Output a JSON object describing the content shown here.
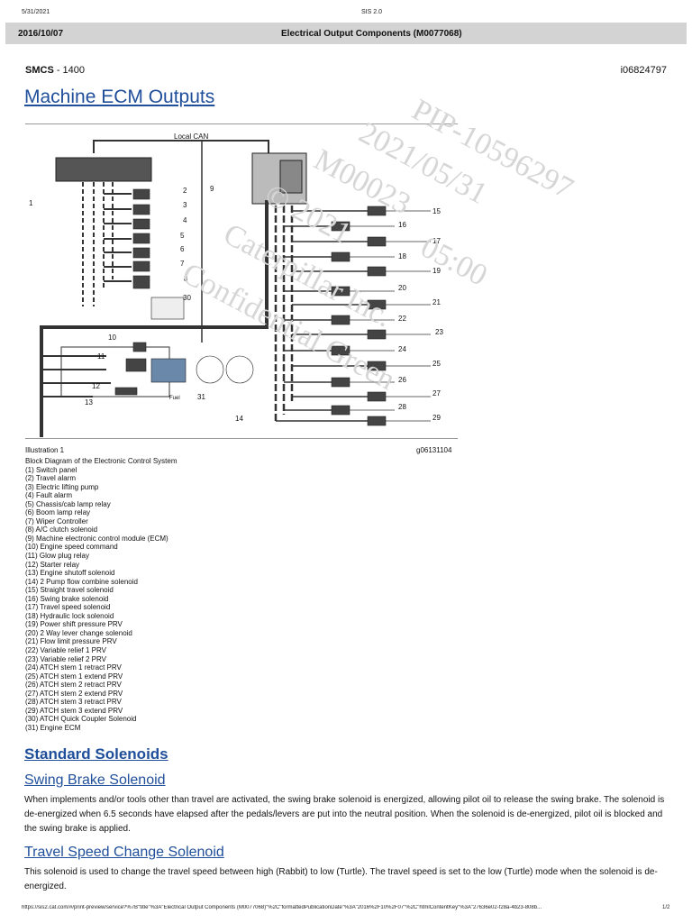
{
  "header": {
    "print_date": "5/31/2021",
    "app_name": "SIS 2.0",
    "doc_date": "2016/10/07",
    "doc_title": "Electrical Output Components (M0077068)"
  },
  "meta": {
    "smcs_label": "SMCS",
    "smcs_value": " - 1400",
    "doc_id": "i06824797"
  },
  "main_heading": "Machine ECM Outputs",
  "diagram": {
    "bus_label": "Local CAN",
    "fuel_label": "Fuel",
    "callouts": [
      "1",
      "2",
      "3",
      "4",
      "5",
      "6",
      "7",
      "8",
      "9",
      "10",
      "11",
      "12",
      "13",
      "14",
      "15",
      "16",
      "17",
      "18",
      "19",
      "20",
      "21",
      "22",
      "23",
      "24",
      "25",
      "26",
      "27",
      "28",
      "29",
      "30",
      "31"
    ]
  },
  "illustration": {
    "label": "Illustration 1",
    "graphic_id": "g06131104",
    "caption_lines": [
      "Block Diagram of the Electronic Control System",
      "(1) Switch panel",
      "(2) Travel alarm",
      "(3) Electric lifting pump",
      "(4) Fault alarm",
      "(5) Chassis/cab lamp relay",
      "(6) Boom lamp relay",
      "(7) Wiper Controller",
      "(8) A/C clutch solenoid",
      "(9) Machine electronic control module (ECM)",
      "(10) Engine speed command",
      "(11) Glow plug relay",
      "(12) Starter relay",
      "(13) Engine shutoff solenoid",
      "(14) 2 Pump flow combine solenoid",
      "(15) Straight travel solenoid",
      "(16) Swing brake solenoid",
      "(17) Travel speed solenoid",
      "(18) Hydraulic lock solenoid",
      "(19) Power shift pressure PRV",
      "(20) 2 Way lever change solenoid",
      "(21) Flow limit pressure PRV",
      "(22) Variable relief 1 PRV",
      "(23) Variable relief 2 PRV",
      "(24) ATCH stem 1 retract PRV",
      "(25) ATCH stem 1 extend PRV",
      "(26) ATCH stem 2 retract PRV",
      "(27) ATCH stem 2 extend PRV",
      "(28) ATCH stem 3 retract PRV",
      "(29) ATCH stem 3 extend PRV",
      "(30) ATCH Quick Coupler Solenoid",
      "(31) Engine ECM"
    ]
  },
  "section_heading": "Standard Solenoids",
  "subsections": [
    {
      "heading": "Swing Brake Solenoid",
      "body": "When implements and/or tools other than travel are activated, the swing brake solenoid is energized, allowing pilot oil to release the swing brake. The solenoid is de-energized when 6.5 seconds have elapsed after the pedals/levers are put into the neutral position. When the solenoid is de-energized, pilot oil is blocked and the swing brake is applied."
    },
    {
      "heading": "Travel Speed Change Solenoid",
      "body": "This solenoid is used to change the travel speed between high (Rabbit) to low (Turtle). The travel speed is set to the low (Turtle) mode when the solenoid is de-energized."
    }
  ],
  "watermark": {
    "lines": [
      "PIP-10596297",
      "2021/05/31",
      "M00023",
      "05:00",
      "© 2021",
      "Caterpillar Inc.",
      "Confidential Green"
    ]
  },
  "footer": {
    "url": "https://sis2.cat.com/#/print-preview/service?%7B\"title\"%3A\"Electrical Output Components (M0077068)\"%2C\"formattedPublicationDate\"%3A\"2016%2F10%2F07\"%2C\"htmlContentKey\"%3A\"27636e02-f28a-4b23-808b...",
    "page": "1/2"
  }
}
